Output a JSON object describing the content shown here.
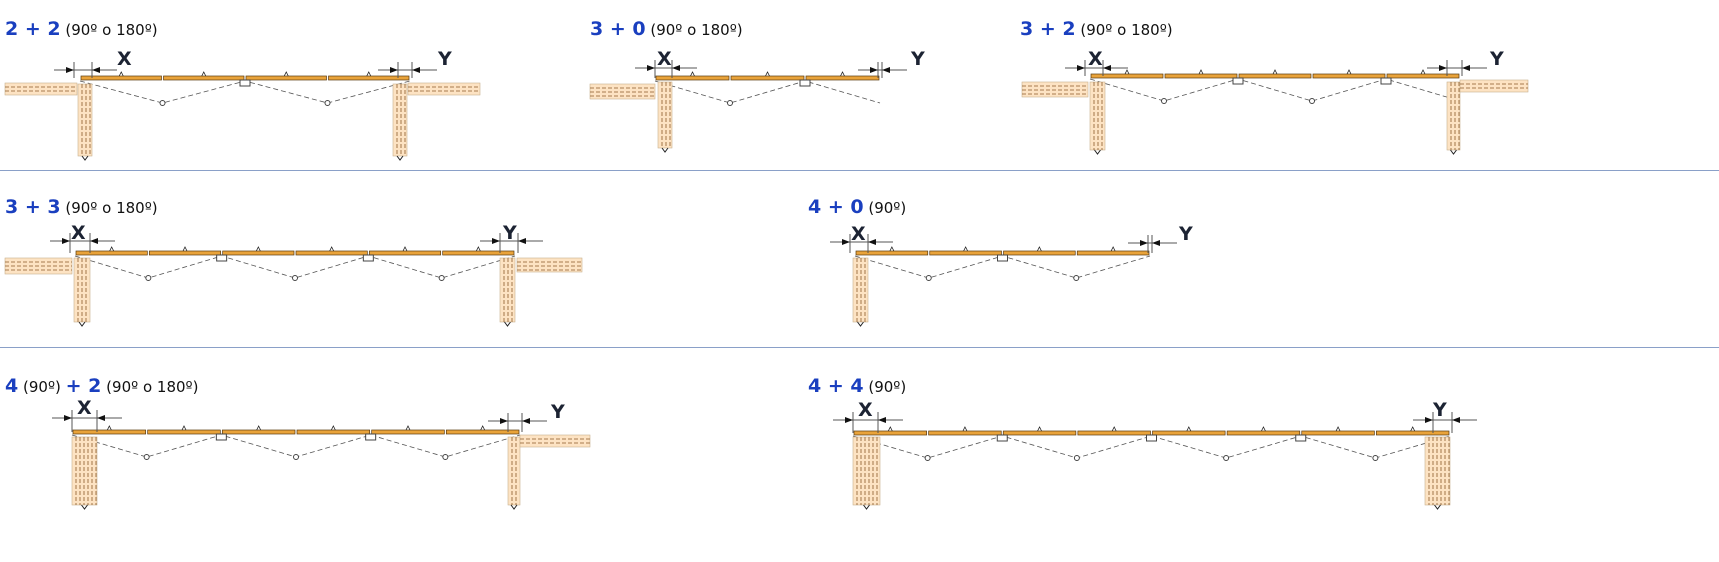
{
  "colors": {
    "title_blue": "#1a3fbf",
    "panel": "#e9a33a",
    "stack": "#fde3c3",
    "line": "#333333",
    "divider": "#8aa0c8"
  },
  "configs": [
    {
      "title": {
        "a": "2 + 2",
        "b": " (90º o 180º)"
      },
      "x_label": "X",
      "y_label": "Y"
    },
    {
      "title": {
        "a": "3 + 0",
        "b": " (90º o 180º)"
      },
      "x_label": "X",
      "y_label": "Y"
    },
    {
      "title": {
        "a": "3 + 2",
        "b": " (90º o 180º)"
      },
      "x_label": "X",
      "y_label": "Y"
    },
    {
      "title": {
        "a": "3 + 3",
        "b": " (90º o 180º)"
      },
      "x_label": "X",
      "y_label": "Y"
    },
    {
      "title": {
        "a": "4 + 0",
        "b": " (90º)"
      },
      "x_label": "X",
      "y_label": "Y"
    },
    {
      "title": {
        "a": "4",
        "b": " (90º) ",
        "c": "+ 2",
        "d": " (90º o 180º)"
      },
      "x_label": "X",
      "y_label": "Y"
    },
    {
      "title": {
        "a": "4 + 4",
        "b": " (90º)"
      },
      "x_label": "X",
      "y_label": "Y"
    }
  ]
}
